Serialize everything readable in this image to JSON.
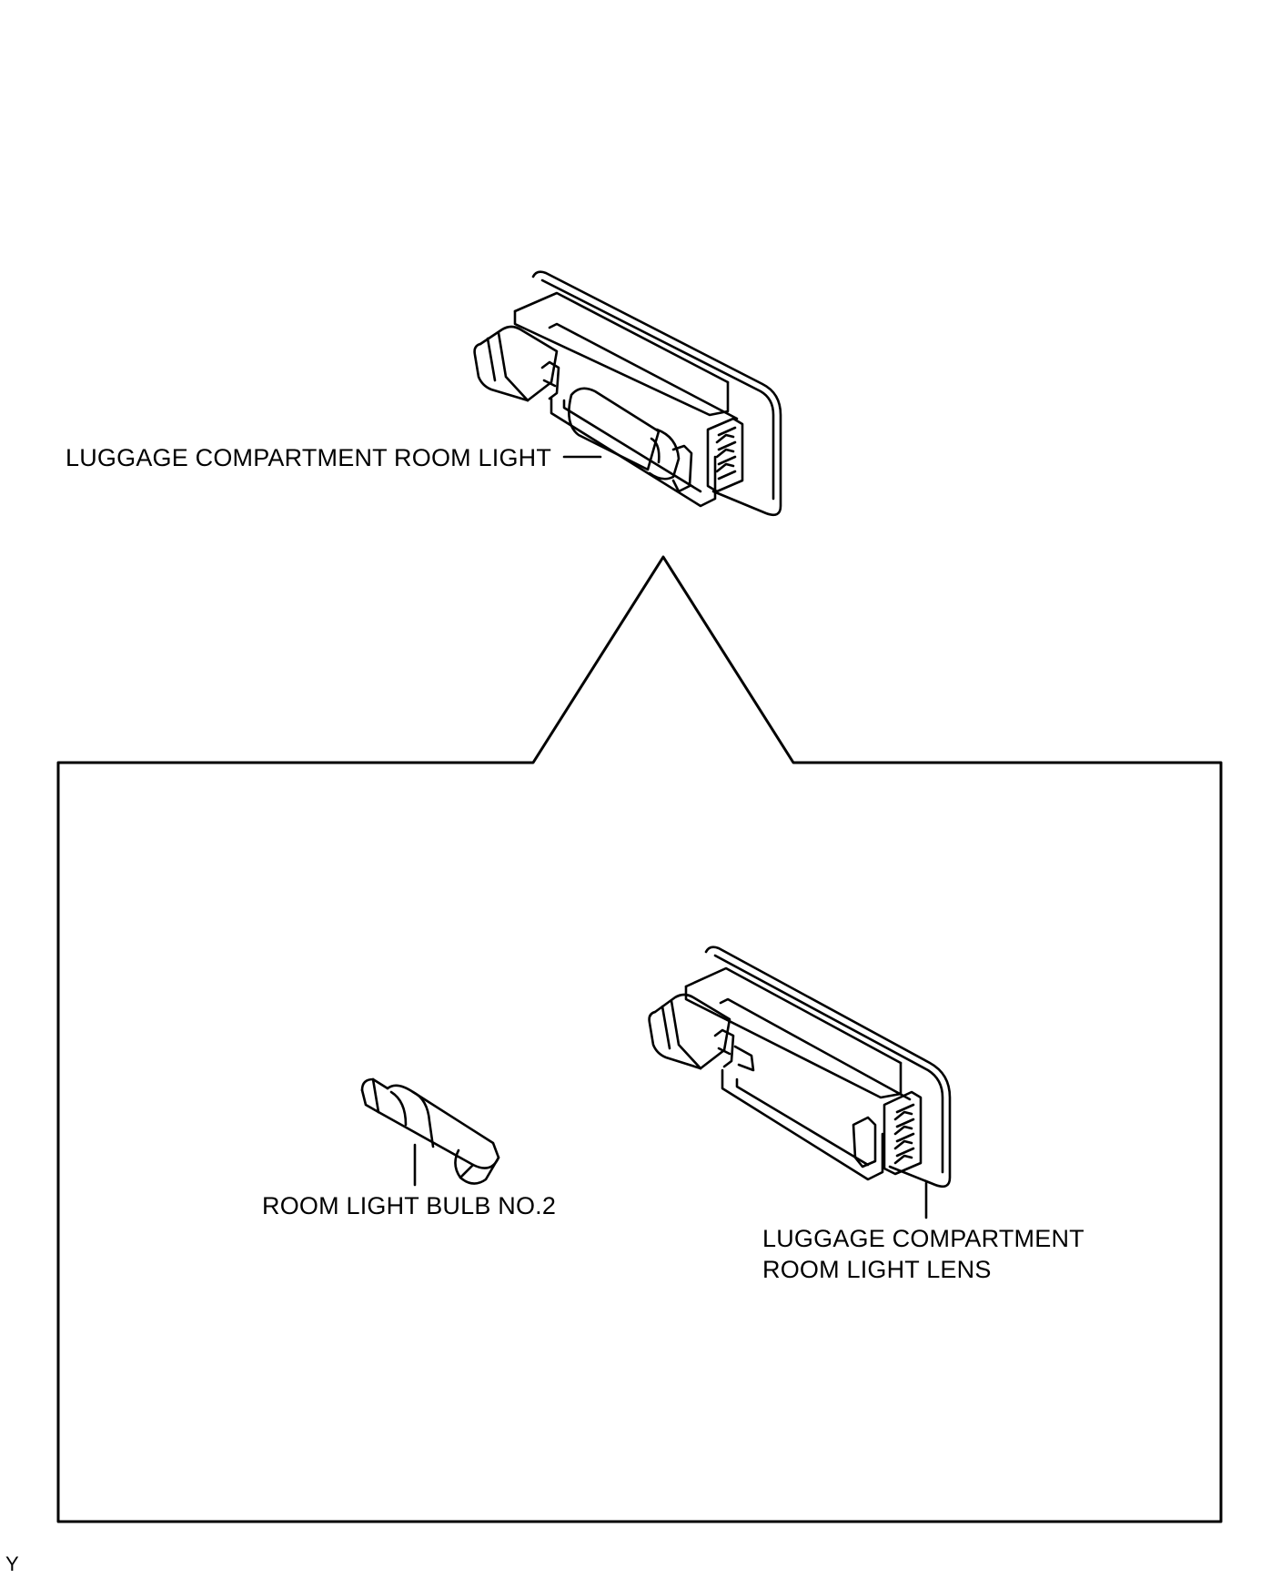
{
  "labels": {
    "assembly": "LUGGAGE COMPARTMENT ROOM LIGHT",
    "bulb": "ROOM LIGHT BULB NO.2",
    "lens_line1": "LUGGAGE COMPARTMENT",
    "lens_line2": "ROOM LIGHT LENS"
  },
  "corner_mark": "Y",
  "colors": {
    "line": "#000000",
    "background": "#ffffff"
  }
}
